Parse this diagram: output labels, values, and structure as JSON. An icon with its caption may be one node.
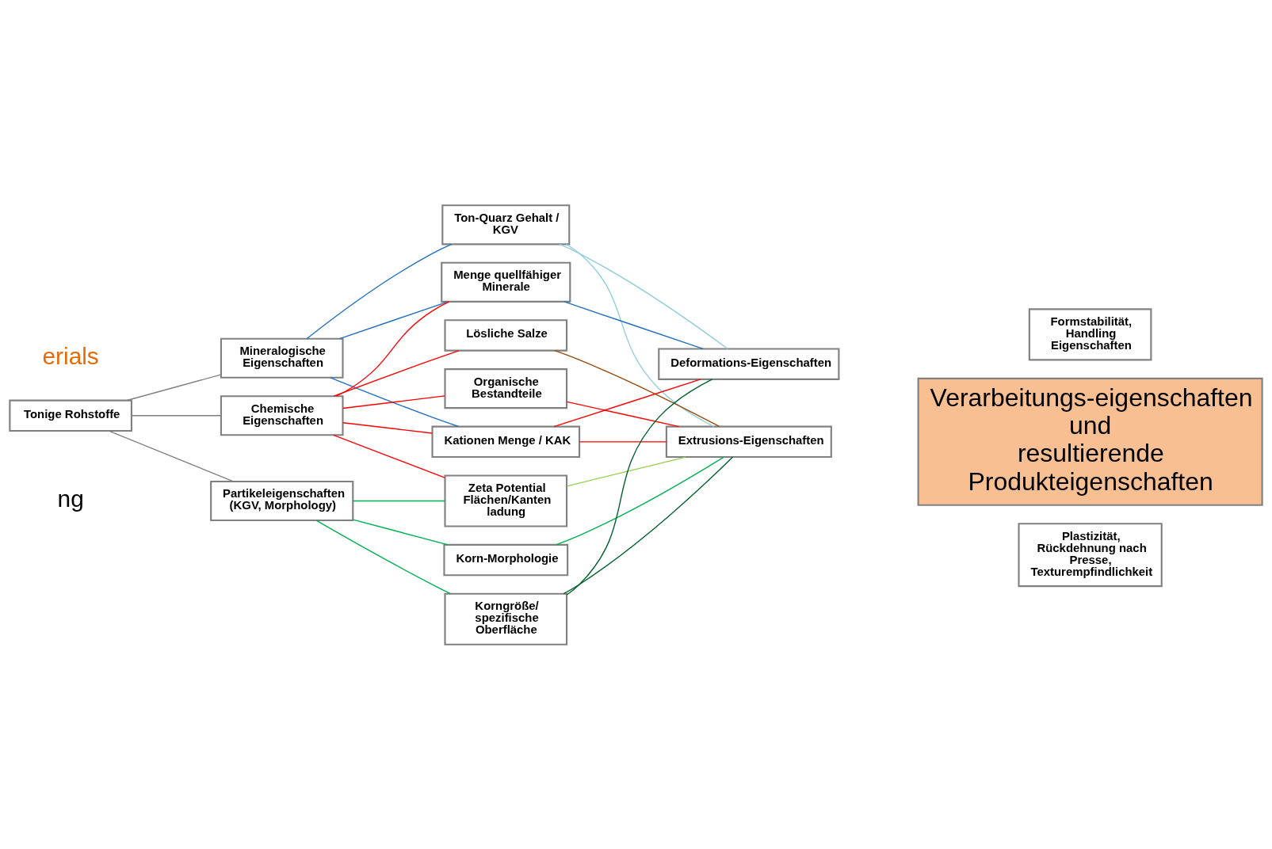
{
  "diagram": {
    "nodes": [
      {
        "text": [
          "Tonige Rohstoffe"
        ]
      },
      {
        "text": [
          "Mineralogische Eigenschaften"
        ]
      },
      {
        "text": [
          "Chemische Eigenschaften"
        ]
      },
      {
        "text": [
          "Partikeleigenschaften (KGV, Morphology)"
        ]
      },
      {
        "text": [
          "Ton-Quarz Gehalt / KGV"
        ]
      },
      {
        "text": [
          "Menge quellfähiger Minerale"
        ]
      },
      {
        "text": [
          "Lösliche Salze"
        ]
      },
      {
        "text": [
          "Organische Bestandteile"
        ]
      },
      {
        "text": [
          "Kationen Menge / KAK"
        ]
      },
      {
        "text": [
          "Zeta Potential Flächen/Kanten ladung"
        ]
      },
      {
        "text": [
          "Korn-Morphologie"
        ]
      },
      {
        "text": [
          "Korngröße/ spezifische Oberfläche"
        ]
      },
      {
        "text": [
          "Deformations-Eigenschaften"
        ]
      },
      {
        "text": [
          "Extrusions-Eigenschaften"
        ]
      },
      {
        "text": [
          "Formstabilität, Handling Eigenschaften"
        ]
      },
      {
        "text": [
          "Plastizität, Rückdehnung nach Presse, Texturempfindlichkeit"
        ]
      },
      {
        "text": [
          "Verarbeitungs-eigenschaften und resultierende Produkteigenschaften"
        ]
      }
    ],
    "edges": [
      {
        "from": 0,
        "to": 1,
        "arrow": "none",
        "color": "#808080"
      },
      {
        "from": 0,
        "to": 2,
        "arrow": "none",
        "color": "#808080"
      },
      {
        "from": 0,
        "to": 3,
        "arrow": "none",
        "color": "#808080"
      },
      {
        "from": 1,
        "to": 4,
        "arrow": "none",
        "color": "#1f6fc0"
      },
      {
        "from": 1,
        "to": 5,
        "arrow": "none",
        "color": "#1f6fc0"
      },
      {
        "from": 1,
        "to": 8,
        "arrow": "none",
        "color": "#1f6fc0"
      },
      {
        "from": 2,
        "to": 5,
        "arrow": "none",
        "color": "#ff0000"
      },
      {
        "from": 2,
        "to": 6,
        "arrow": "none",
        "color": "#ff0000"
      },
      {
        "from": 2,
        "to": 7,
        "arrow": "none",
        "color": "#ff0000"
      },
      {
        "from": 2,
        "to": 8,
        "arrow": "none",
        "color": "#ff0000"
      },
      {
        "from": 2,
        "to": 9,
        "arrow": "none",
        "color": "#ff0000"
      },
      {
        "from": 3,
        "to": 9,
        "arrow": "none",
        "color": "#00b050"
      },
      {
        "from": 3,
        "to": 10,
        "arrow": "none",
        "color": "#00b050"
      },
      {
        "from": 3,
        "to": 11,
        "arrow": "none",
        "color": "#00b050"
      },
      {
        "from": 4,
        "to": 12,
        "arrow": "none",
        "color": "#92cddc"
      },
      {
        "from": 4,
        "to": 13,
        "arrow": "none",
        "color": "#92cddc"
      },
      {
        "from": 5,
        "to": 12,
        "arrow": "none",
        "color": "#1f6fc0"
      },
      {
        "from": 6,
        "to": 13,
        "arrow": "none",
        "color": "#984806"
      },
      {
        "from": 7,
        "to": 13,
        "arrow": "none",
        "color": "#ff0000"
      },
      {
        "from": 8,
        "to": 12,
        "arrow": "none",
        "color": "#ff0000"
      },
      {
        "from": 8,
        "to": 13,
        "arrow": "none",
        "color": "#ff0000"
      },
      {
        "from": 9,
        "to": 13,
        "arrow": "none",
        "color": "#92d050"
      },
      {
        "from": 10,
        "to": 13,
        "arrow": "none",
        "color": "#00b050"
      },
      {
        "from": 11,
        "to": 12,
        "arrow": "none",
        "color": "#00602b"
      },
      {
        "from": 11,
        "to": 13,
        "arrow": "none",
        "color": "#00602b"
      }
    ],
    "labels": [
      "erials",
      "ng"
    ]
  }
}
